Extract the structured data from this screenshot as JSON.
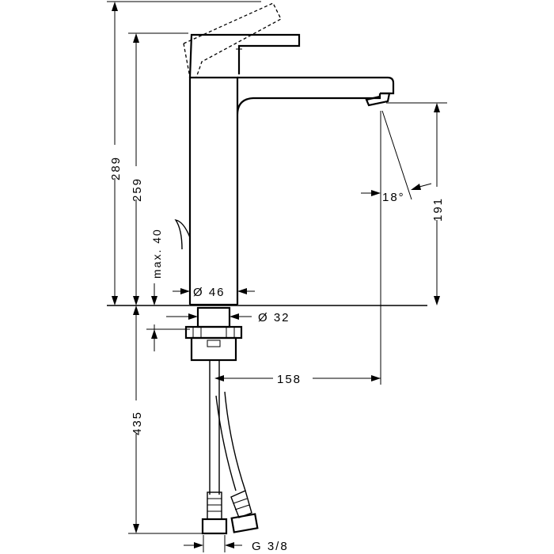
{
  "dimensions": {
    "total_height": "289",
    "spout_height": "259",
    "spout_to_base": "191",
    "max_thickness": "max. 40",
    "body_diameter": "Ø 46",
    "shank_diameter": "Ø 32",
    "spout_reach": "158",
    "below_counter": "435",
    "connection": "G 3/8",
    "spray_angle": "18°"
  }
}
